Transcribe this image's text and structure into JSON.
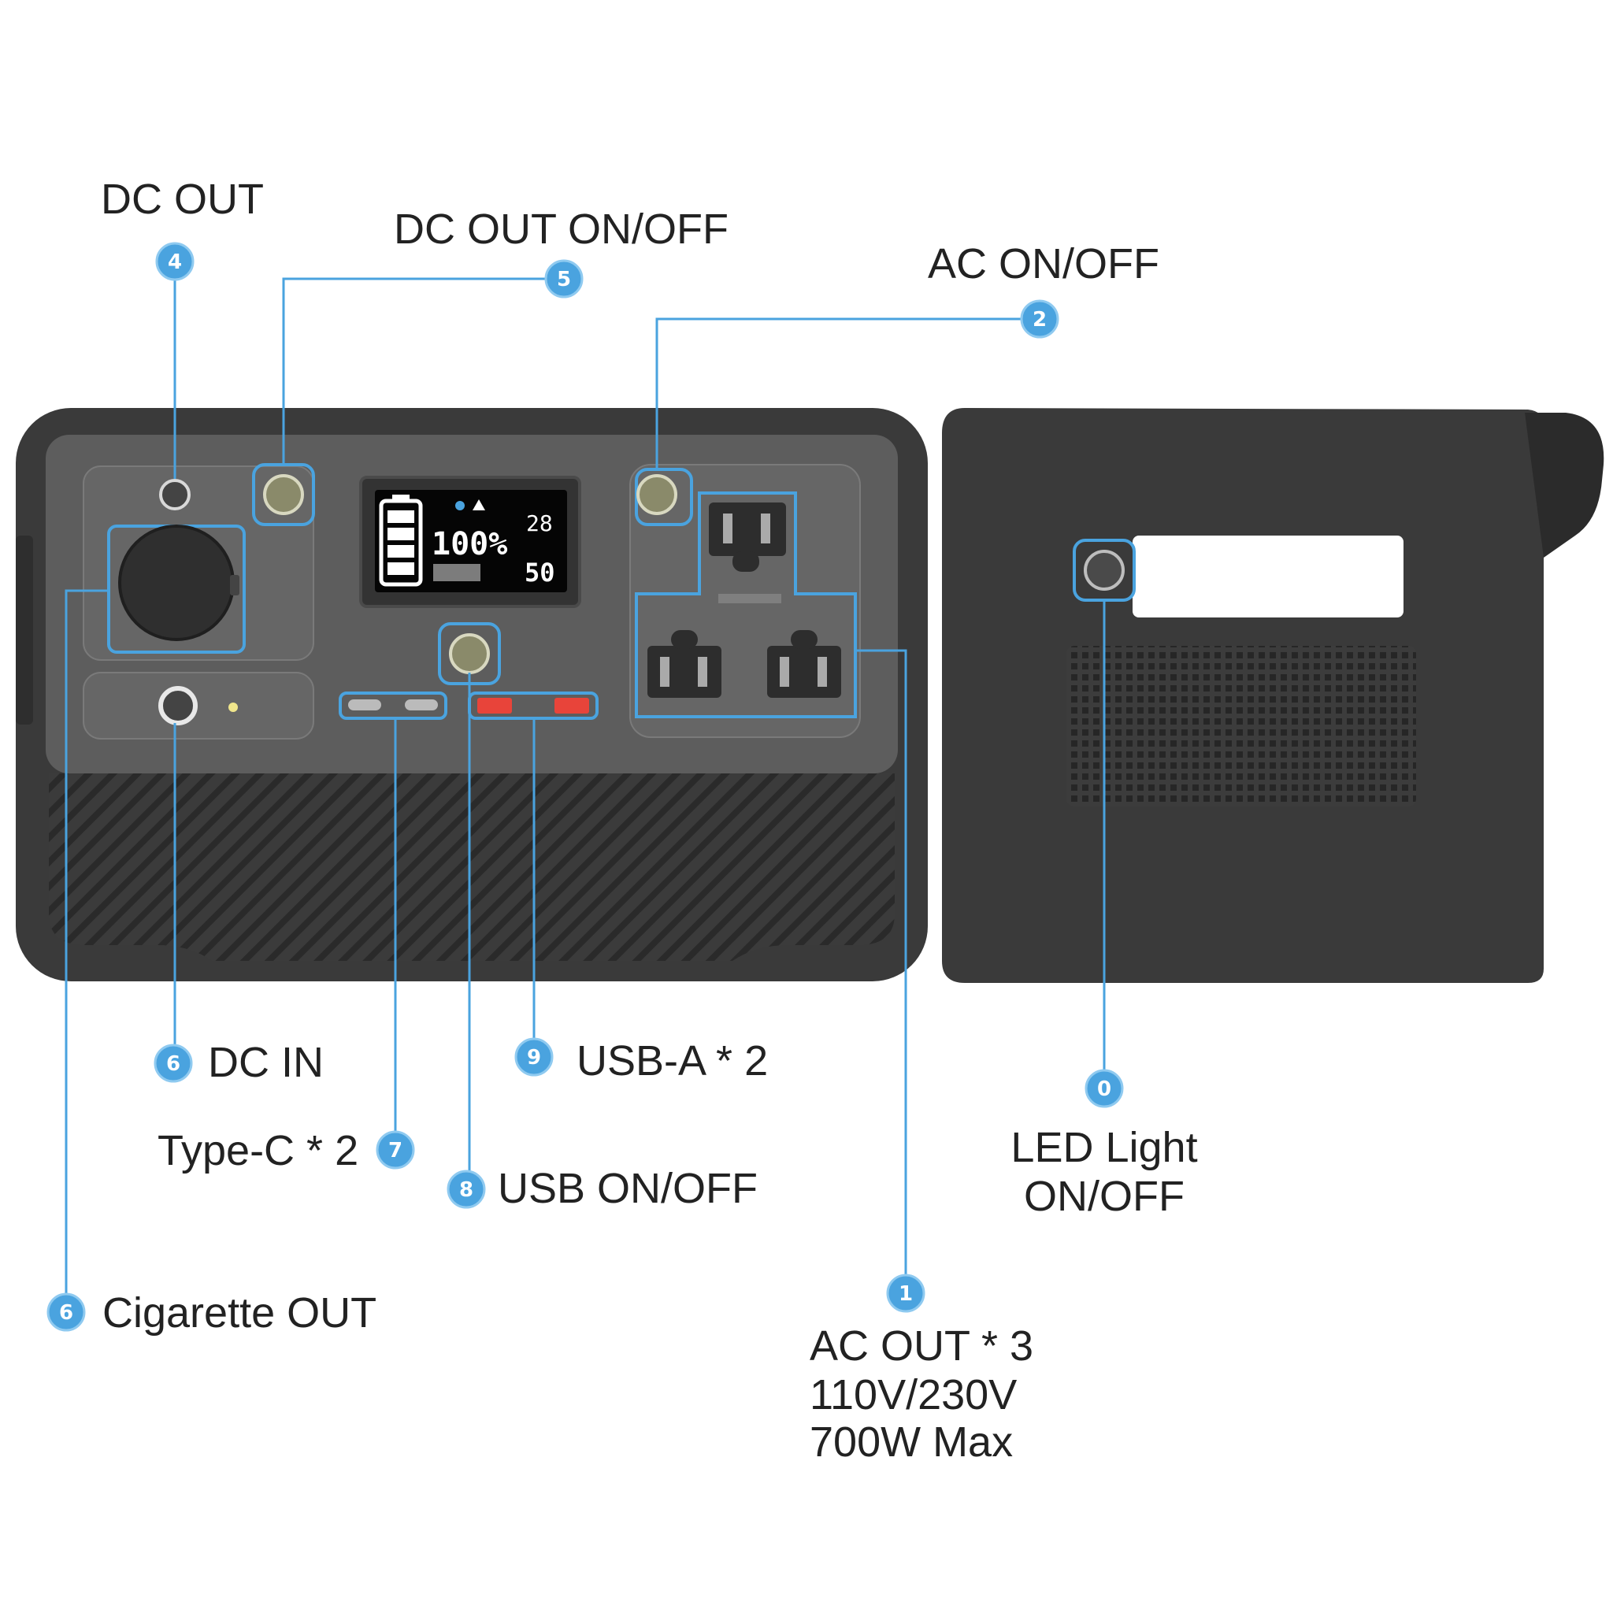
{
  "callouts": {
    "dc_out": {
      "number": "4",
      "label": "DC OUT"
    },
    "dc_out_switch": {
      "number": "5",
      "label": "DC OUT ON/OFF"
    },
    "ac_switch": {
      "number": "2",
      "label": "AC ON/OFF"
    },
    "dc_in": {
      "number": "6",
      "label": "DC IN"
    },
    "usb_a": {
      "number": "9",
      "label": "USB-A * 2"
    },
    "type_c": {
      "number": "7",
      "label": "Type-C * 2"
    },
    "usb_switch": {
      "number": "8",
      "label": "USB ON/OFF"
    },
    "cigarette_out": {
      "number": "6",
      "label": "Cigarette OUT"
    },
    "ac_out": {
      "number": "1",
      "label_line1": "AC OUT * 3",
      "label_line2": "110V/230V",
      "label_line3": "700W Max"
    },
    "led_light": {
      "number": "0",
      "label_line1": "LED Light",
      "label_line2": "ON/OFF"
    }
  },
  "display": {
    "battery_percent": "100%",
    "readout_top": "28",
    "readout_bottom": "50"
  },
  "colors": {
    "accent": "#4aa3df",
    "device_body": "#3a3a3a",
    "panel": "#5f5f5f",
    "usb_a_port": "#e8443a"
  }
}
